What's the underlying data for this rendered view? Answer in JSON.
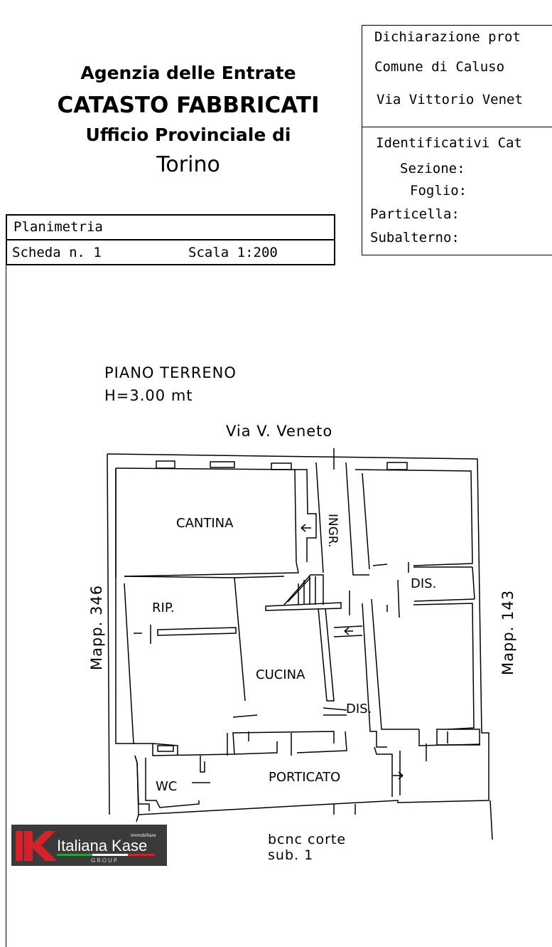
{
  "header": {
    "agency": "Agenzia delle Entrate",
    "register": "CATASTO FABBRICATI",
    "office": "Ufficio Provinciale di",
    "city": "Torino"
  },
  "declaration": {
    "line1": "Dichiarazione prot",
    "line2": "Comune di Caluso",
    "line3": "Via Vittorio Venet"
  },
  "identifiers": {
    "title": "Identificativi Cat",
    "sezione": "Sezione:",
    "foglio": "Foglio:",
    "particella": "Particella:",
    "subalterno": "Subalterno:"
  },
  "sheet": {
    "type": "Planimetria",
    "scheda": "Scheda n. 1",
    "scala": "Scala 1:200"
  },
  "plan": {
    "floor": "PIANO TERRENO",
    "height": "H=3.00 mt",
    "street": "Via V. Veneto",
    "left_neighbour": "Mapp. 346",
    "right_neighbour": "Mapp. 143",
    "court_line1": "bcnc corte",
    "court_line2": "sub. 1",
    "rooms": {
      "cantina": "CANTINA",
      "ingresso": "INGR.",
      "dis_upper": "DIS.",
      "ripostiglio": "RIP.",
      "cucina": "CUCINA",
      "dis_lower": "DIS.",
      "wc": "WC",
      "porticato": "PORTICATO"
    }
  },
  "logo": {
    "letter": "K",
    "name": "Italiana Kase",
    "tag": "immobiliare",
    "group": "GROUP",
    "colors": {
      "red": "#d6202a",
      "green": "#2f9e3c",
      "background": "#3a3a3a"
    }
  }
}
